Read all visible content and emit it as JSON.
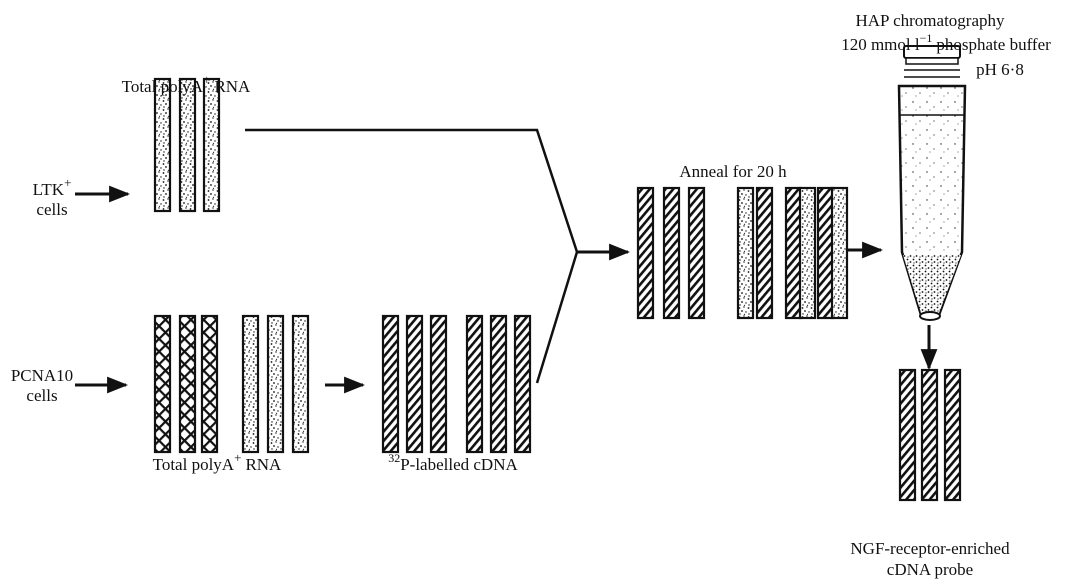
{
  "labels": {
    "ltk_line1": "LTK",
    "ltk_sup": "+",
    "ltk_line2": "cells",
    "pcna_line1": "PCNA10",
    "pcna_line2": "cells",
    "total_polya_top": "Total polyA",
    "total_polya_top_sup": "+",
    "total_polya_top_suffix": "RNA",
    "total_polya_bottom": "Total polyA",
    "total_polya_bottom_sup": "+",
    "total_polya_bottom_suffix": "RNA",
    "cdna_sup": "32",
    "cdna_label": "P-labelled cDNA",
    "anneal": "Anneal for 20 h",
    "hap_line1": "HAP chromatography",
    "hap_line2_prefix": "120 mmol l",
    "hap_line2_sup": "−1",
    "hap_line2_suffix": "phosphate buffer",
    "hap_line3": "pH 6·8",
    "probe_line1": "NGF-receptor-enriched",
    "probe_line2": "cDNA probe"
  },
  "strand_patterns": {
    "ltk_rna": [
      "stipple",
      "stipple",
      "stipple"
    ],
    "pcna_rna": [
      "crosshatch",
      "crosshatch",
      "crosshatch",
      "stipple",
      "stipple",
      "stipple"
    ],
    "cdna": [
      "hatch",
      "hatch",
      "hatch",
      "hatch",
      "hatch",
      "hatch"
    ],
    "annealed": [
      "hatch",
      "hatch",
      "hatch",
      "stipple",
      "hatch",
      "hatch",
      "stipple",
      "hatch",
      "stipple"
    ],
    "probe": [
      "hatch",
      "hatch",
      "hatch"
    ]
  }
}
